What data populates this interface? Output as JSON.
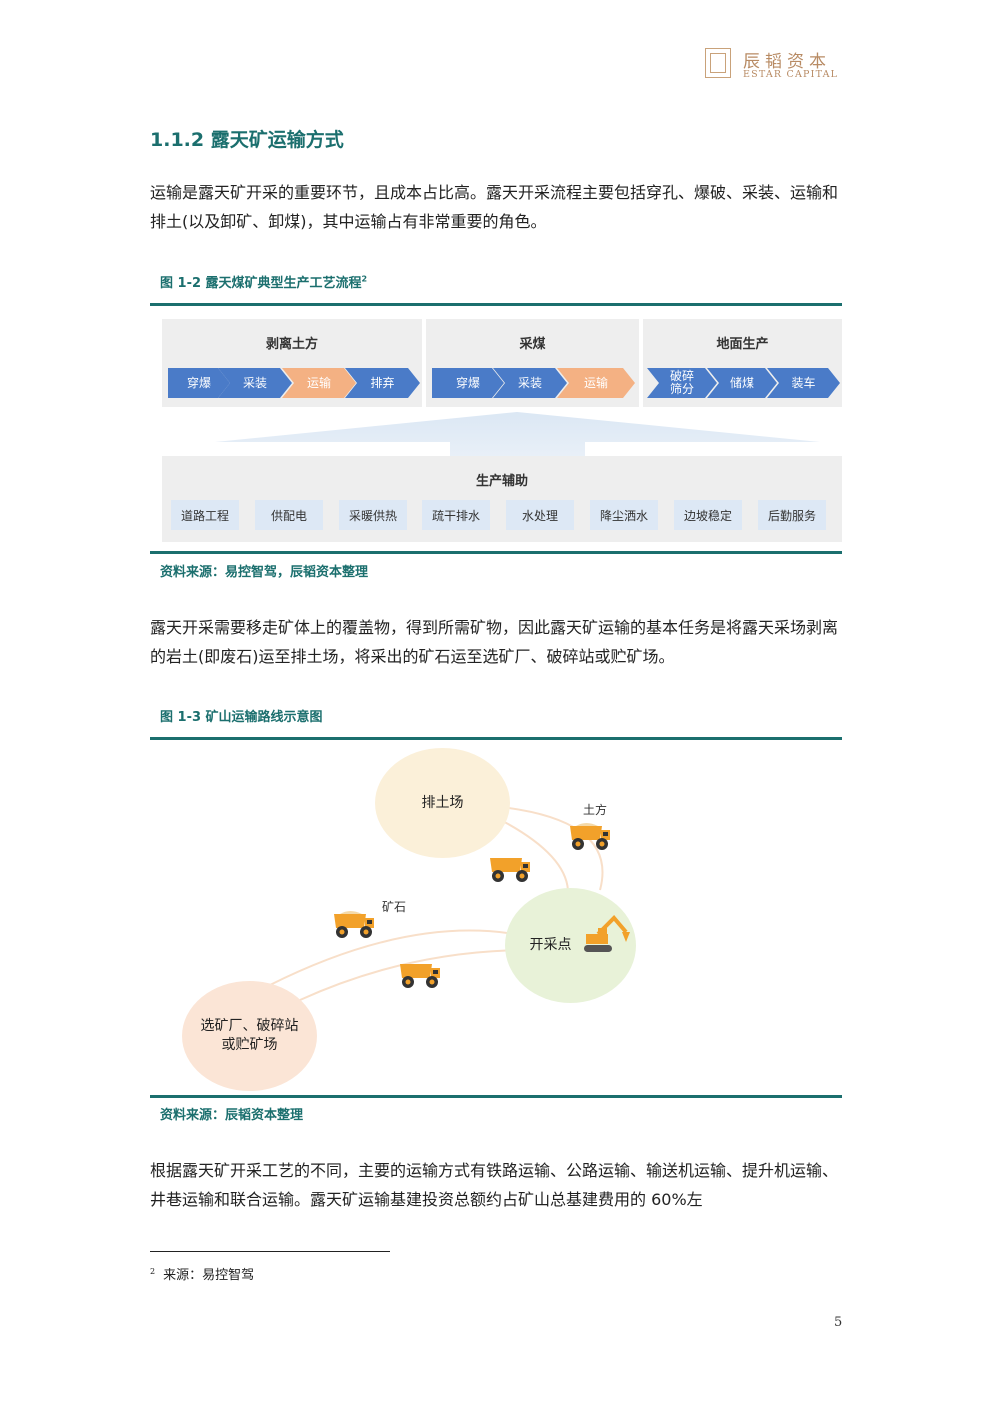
{
  "header": {
    "logo_cn": "辰韬资本",
    "logo_en": "ESTAR CAPITAL"
  },
  "section": {
    "title": "1.1.2 露天矿运输方式"
  },
  "paragraphs": [
    "运输是露天矿开采的重要环节，且成本占比高。露天开采流程主要包括穿孔、爆破、采装、运输和排土(以及卸矿、卸煤)，其中运输占有非常重要的角色。",
    "露天开采需要移走矿体上的覆盖物，得到所需矿物，因此露天矿运输的基本任务是将露天采场剥离的岩土(即废石)运至排土场，将采出的矿石运至选矿厂、破碎站或贮矿场。",
    "根据露天矿开采工艺的不同，主要的运输方式有铁路运输、公路运输、输送机运输、提升机运输、井巷运输和联合运输。露天矿运输基建投资总额约占矿山总基建费用的 60%左"
  ],
  "figure_1_2": {
    "caption": "图 1-2  露天煤矿典型生产工艺流程",
    "caption_ref": "2",
    "groups": [
      {
        "title": "剥离土方",
        "steps": [
          {
            "label": "穿爆",
            "highlight": false
          },
          {
            "label": "采装",
            "highlight": false
          },
          {
            "label": "运输",
            "highlight": true
          },
          {
            "label": "排弃",
            "highlight": false
          }
        ]
      },
      {
        "title": "采煤",
        "steps": [
          {
            "label": "穿爆",
            "highlight": false
          },
          {
            "label": "采装",
            "highlight": false
          },
          {
            "label": "运输",
            "highlight": true
          }
        ]
      },
      {
        "title": "地面生产",
        "steps": [
          {
            "label": "破碎\n筛分",
            "highlight": false
          },
          {
            "label": "储煤",
            "highlight": false
          },
          {
            "label": "装车",
            "highlight": false
          }
        ]
      }
    ],
    "support": {
      "title": "生产辅助",
      "items": [
        "道路工程",
        "供配电",
        "采暖供热",
        "疏干排水",
        "水处理",
        "降尘洒水",
        "边坡稳定",
        "后勤服务"
      ]
    },
    "source": "资料来源：易控智驾，辰韬资本整理"
  },
  "figure_1_3": {
    "caption": "图 1-3  矿山运输路线示意图",
    "nodes": {
      "dump": "排土场",
      "pit": "开采点",
      "plant": "选矿厂、破碎站或贮矿场"
    },
    "labels": {
      "earth": "土方",
      "ore": "矿石"
    },
    "icons": [
      "dump-truck-icon",
      "excavator-icon"
    ],
    "source": "资料来源：辰韬资本整理"
  },
  "footnote": {
    "ref": "2",
    "text": "来源：易控智驾"
  },
  "page_number": "5",
  "colors": {
    "accent": "#1b6f6e",
    "logo": "#b88b64",
    "chevron_blue": "#4a7bc8",
    "chevron_orange": "#f4b183",
    "dump_circle": "#fbf0d9",
    "pit_circle": "#e8f2d8",
    "plant_circle": "#fbe5d6"
  }
}
